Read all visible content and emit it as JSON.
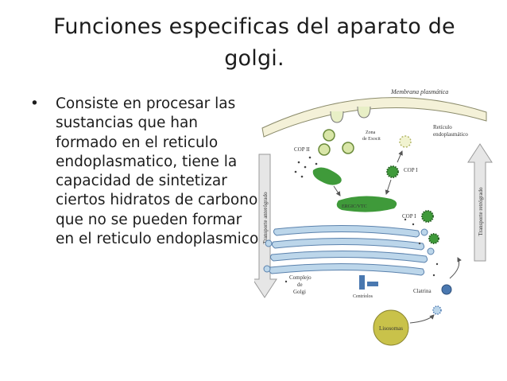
{
  "slide": {
    "title": "Funciones especificas del aparato de golgi.",
    "bullet_marker": "•",
    "bullet_text": "Consiste en procesar las sustancias que han formado en el reticulo endoplasmatico, tiene la capacidad de sintetizar ciertos hidratos de carbono que no se pueden formar en el reticulo endoplasmico."
  },
  "diagram": {
    "labels": {
      "membrana": "Membrana plasmática",
      "zona": "Zona",
      "exocitosis": "de Exocit",
      "reticulo": "Retículo",
      "endoplasmatico": "endoplasmático",
      "copii": "COP II",
      "copi_top": "COP I",
      "copi_mid": "COP I",
      "ergic": "ERGIC/VTC",
      "anterogrado": "Transporte anterógrado",
      "retrogrado": "Transporte retrógrado",
      "complejo": "Complejo",
      "de": "de",
      "golgi": "Golgi",
      "centriolos": "Centríolos",
      "clatrina": "Clatrina",
      "lisosomas": "Lisosomas"
    },
    "colors": {
      "green": "#3f9a3a",
      "blue_light": "#bcd6ea",
      "blue_dark": "#4a78b0",
      "vesicle_yellow": "#d9e6a8",
      "lysosome": "#c9c24a",
      "arrow_gray": "#d6d6d6"
    }
  }
}
